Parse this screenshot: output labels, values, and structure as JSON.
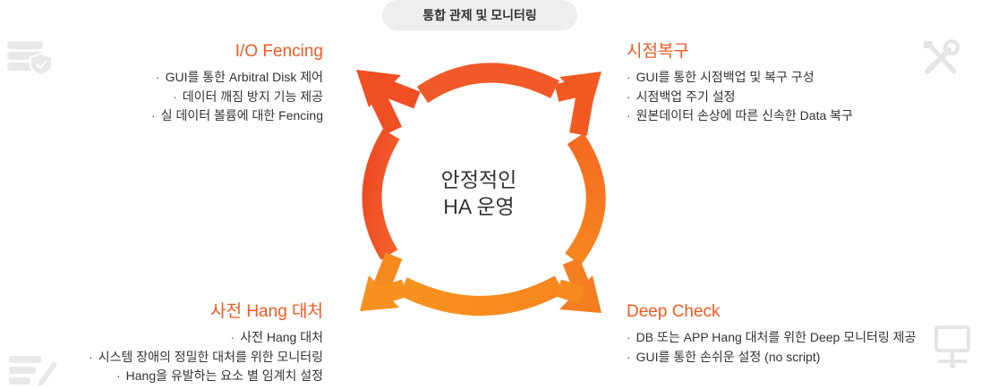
{
  "header": {
    "label": "통합 관제 및 모니터링"
  },
  "center": {
    "line1": "안정적인",
    "line2": "HA 운영"
  },
  "blocks": {
    "io_fencing": {
      "title": "I/O Fencing",
      "items": [
        "GUI를 통한 Arbitral Disk 제어",
        "데이터 깨짐 방지 기능 제공",
        "실 데이터 볼륨에 대한 Fencing"
      ]
    },
    "recovery": {
      "title": "시점복구",
      "items": [
        "GUI를 통한 시점백업 및 복구 구성",
        "시점백업 주기 설정",
        "원본데이터 손상에 따른 신속한 Data 복구"
      ]
    },
    "hang": {
      "title": "사전 Hang 대처",
      "items": [
        "사전 Hang 대처",
        "시스템 장애의 정밀한 대처를 위한 모니터링",
        "Hang을 유발하는 요소 별 임계치 설정"
      ]
    },
    "deep_check": {
      "title": "Deep Check",
      "items": [
        "DB 또는 APP Hang 대처를 위한 Deep 모니터링 제공",
        "GUI를 통한 손쉬운 설정 (no script)"
      ]
    }
  },
  "icons": {
    "top_left": "database-shield-icon",
    "top_right": "tools-icon",
    "bottom_left": "list-edit-icon",
    "bottom_right": "monitor-network-icon"
  },
  "colors": {
    "accent": "#f15a22",
    "arrow_red": "#f04e23",
    "arrow_orange": "#f7931e",
    "pill_bg": "#eeeeee",
    "deco_gray": "#e8e8e8"
  }
}
